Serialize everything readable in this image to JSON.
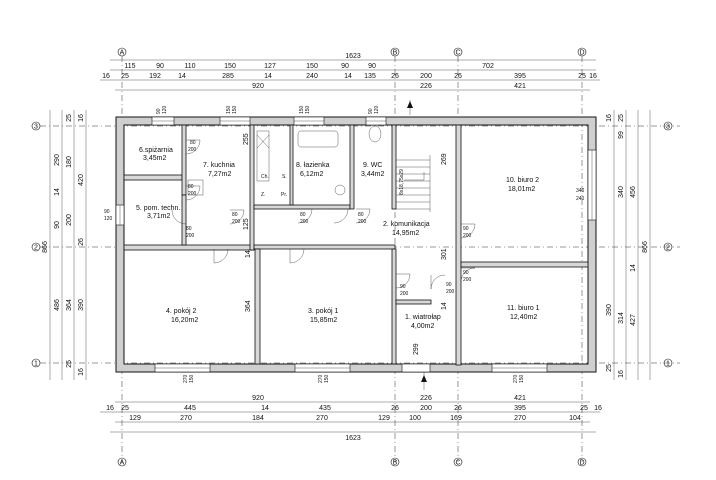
{
  "axes": {
    "vertical": [
      "A",
      "B",
      "C",
      "D"
    ],
    "horizontal": [
      "3",
      "2",
      "1"
    ]
  },
  "top_dims": {
    "overall": "1623",
    "row1": [
      "115",
      "90",
      "110",
      "150",
      "127",
      "150",
      "90",
      "90",
      "702"
    ],
    "row2": [
      "16",
      "25",
      "192",
      "14",
      "285",
      "14",
      "240",
      "14",
      "135",
      "26",
      "200",
      "26",
      "395",
      "25",
      "16"
    ],
    "row3": [
      "920",
      "226",
      "421"
    ]
  },
  "bottom_dims": {
    "row1": [
      "920",
      "421"
    ],
    "row1_mid": "226",
    "row2": [
      "16",
      "25",
      "445",
      "14",
      "435",
      "26",
      "200",
      "26",
      "395",
      "25",
      "16"
    ],
    "row3": [
      "129",
      "270",
      "184",
      "270",
      "129",
      "100",
      "169",
      "270",
      "104"
    ],
    "overall": "1623"
  },
  "left_dims": {
    "overall": "866",
    "col1": [
      "290",
      "180",
      "90",
      "486",
      "390"
    ],
    "col2": [
      "420",
      "14",
      "200",
      "26",
      "364",
      "16",
      "25"
    ],
    "col3": [
      "16",
      "25"
    ]
  },
  "right_dims": {
    "overall": "866",
    "col1": [
      "456",
      "14",
      "314",
      "427"
    ],
    "col2": [
      "99",
      "340",
      "390",
      "25",
      "16"
    ],
    "col3": [
      "16",
      "25"
    ]
  },
  "rooms": [
    {
      "id": "6",
      "name": "6.spiżarnia",
      "area": "3,45m2"
    },
    {
      "id": "7",
      "name": "7. kuchnia",
      "area": "7,27m2"
    },
    {
      "id": "8",
      "name": "8. łazienka",
      "area": "6,12m2"
    },
    {
      "id": "9",
      "name": "9. WC",
      "area": "3,44m2"
    },
    {
      "id": "10",
      "name": "10. biuro 2",
      "area": "18,01m2"
    },
    {
      "id": "5",
      "name": "5. pom. techn.",
      "area": "3,71m2"
    },
    {
      "id": "2",
      "name": "2. komunikacja",
      "area": "14,95m2"
    },
    {
      "id": "4",
      "name": "4. pokój 2",
      "area": "16,20m2"
    },
    {
      "id": "3",
      "name": "3. pokój 1",
      "area": "15,85m2"
    },
    {
      "id": "1",
      "name": "1. wiatrołap",
      "area": "4,00m2"
    },
    {
      "id": "11",
      "name": "11. biuro 1",
      "area": "12,40m2"
    }
  ],
  "window_labels": {
    "top": [
      "90",
      "120",
      "150",
      "150",
      "150",
      "150",
      "90",
      "120"
    ],
    "left": [
      "90",
      "120"
    ],
    "bottom": [
      "270",
      "150",
      "270",
      "150",
      "270",
      "150"
    ],
    "right": [
      "340",
      "240"
    ]
  },
  "door_labels": [
    "80",
    "200",
    "80",
    "200",
    "80",
    "200",
    "80",
    "200",
    "80",
    "200",
    "80",
    "200",
    "90",
    "200",
    "90",
    "200",
    "90",
    "200",
    "90",
    "200"
  ],
  "inner_dims": [
    "255",
    "269",
    "301",
    "364",
    "125",
    "299",
    "14",
    "14"
  ],
  "stairs_label": "8x18,75x29",
  "fixtures": [
    "S.",
    "Pr.",
    "Z.",
    "Ch."
  ]
}
